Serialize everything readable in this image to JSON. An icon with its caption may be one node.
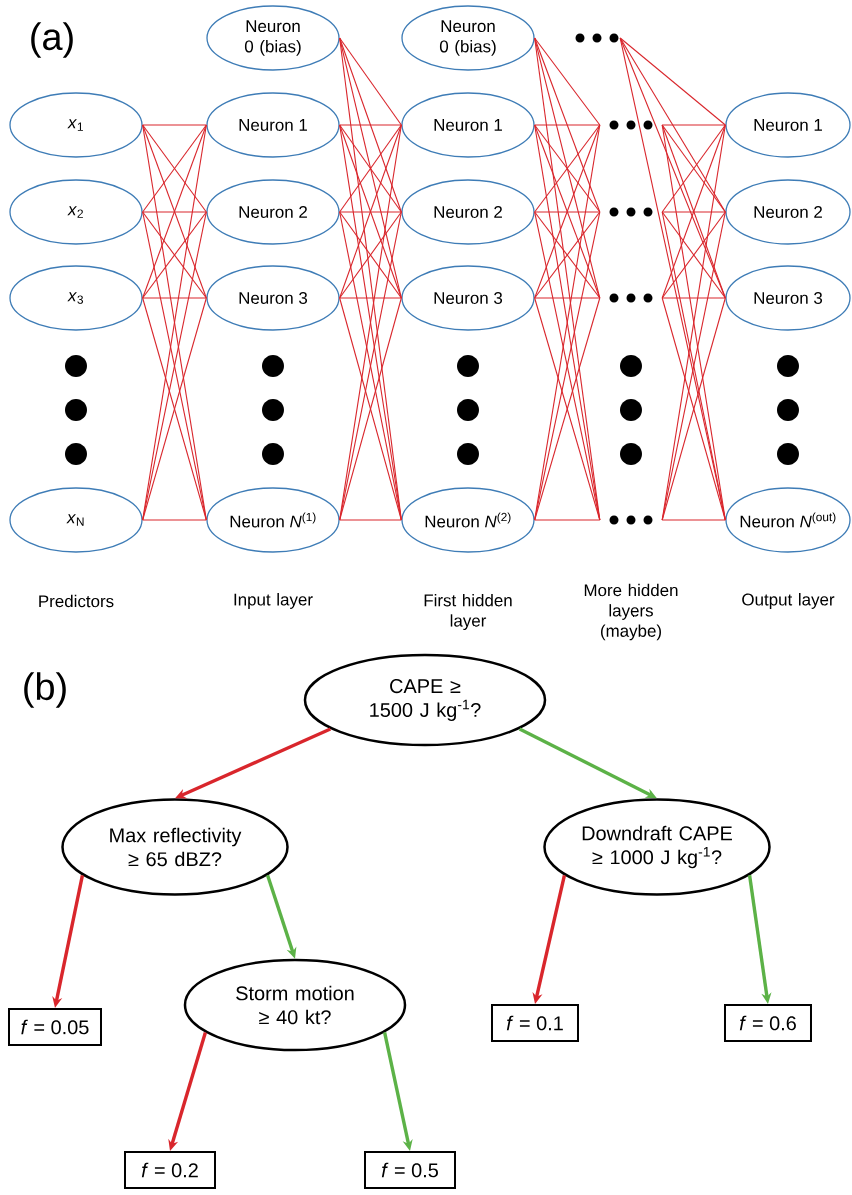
{
  "diagram": {
    "nodes": [
      {
        "text": [
          "*x*$_{1}$"
        ]
      },
      {
        "text": [
          "*x*$_{2}$"
        ]
      },
      {
        "text": [
          "*x*$_{3}$"
        ]
      },
      {
        "text": [
          "*x*$_{N}$"
        ]
      },
      {
        "text": [
          "Neuron 0 (bias)"
        ]
      },
      {
        "text": [
          "Neuron 1"
        ]
      },
      {
        "text": [
          "Neuron 2"
        ]
      },
      {
        "text": [
          "Neuron 3"
        ]
      },
      {
        "text": [
          "Neuron *N*$^{(1)}$"
        ]
      },
      {
        "text": [
          "Neuron 0 (bias)"
        ]
      },
      {
        "text": [
          "Neuron 1"
        ]
      },
      {
        "text": [
          "Neuron 2"
        ]
      },
      {
        "text": [
          "Neuron 3"
        ]
      },
      {
        "text": [
          "Neuron *N*$^{(2)}$"
        ]
      },
      {
        "text": [],
        "shape": "dots"
      },
      {
        "text": [],
        "shape": "dots"
      },
      {
        "text": [],
        "shape": "dots"
      },
      {
        "text": [],
        "shape": "dots"
      },
      {
        "text": [],
        "shape": "dots"
      },
      {
        "text": [
          "Neuron 1"
        ]
      },
      {
        "text": [
          "Neuron 2"
        ]
      },
      {
        "text": [
          "Neuron 3"
        ]
      },
      {
        "text": [
          "Neuron *N*$^{(out)}$"
        ]
      },
      {
        "text": [
          "CAPE ≥ 1500 J kg$^{-1}$?"
        ]
      },
      {
        "text": [
          "Max reflectivity ≥ 65 dBZ?"
        ]
      },
      {
        "text": [
          "Downdraft CAPE ≥ 1000 J kg$^{-1}$?"
        ]
      },
      {
        "text": [
          "*f* = 0.05"
        ]
      },
      {
        "text": [
          "Storm motion ≥ 40 kt?"
        ]
      },
      {
        "text": [
          "*f* = 0.1"
        ]
      },
      {
        "text": [
          "*f* = 0.6"
        ]
      },
      {
        "text": [
          "*f* = 0.2"
        ]
      },
      {
        "text": [
          "*f* = 0.5"
        ]
      }
    ],
    "edges": [
      {
        "from": 0,
        "to": 5,
        "arrow": "none"
      },
      {
        "from": 0,
        "to": 6,
        "arrow": "none"
      },
      {
        "from": 0,
        "to": 7,
        "arrow": "none"
      },
      {
        "from": 0,
        "to": 8,
        "arrow": "none"
      },
      {
        "from": 1,
        "to": 5,
        "arrow": "none"
      },
      {
        "from": 1,
        "to": 6,
        "arrow": "none"
      },
      {
        "from": 1,
        "to": 7,
        "arrow": "none"
      },
      {
        "from": 1,
        "to": 8,
        "arrow": "none"
      },
      {
        "from": 2,
        "to": 5,
        "arrow": "none"
      },
      {
        "from": 2,
        "to": 6,
        "arrow": "none"
      },
      {
        "from": 2,
        "to": 7,
        "arrow": "none"
      },
      {
        "from": 2,
        "to": 8,
        "arrow": "none"
      },
      {
        "from": 3,
        "to": 5,
        "arrow": "none"
      },
      {
        "from": 3,
        "to": 6,
        "arrow": "none"
      },
      {
        "from": 3,
        "to": 7,
        "arrow": "none"
      },
      {
        "from": 3,
        "to": 8,
        "arrow": "none"
      },
      {
        "from": 4,
        "to": 10,
        "arrow": "none"
      },
      {
        "from": 4,
        "to": 11,
        "arrow": "none"
      },
      {
        "from": 4,
        "to": 12,
        "arrow": "none"
      },
      {
        "from": 4,
        "to": 13,
        "arrow": "none"
      },
      {
        "from": 5,
        "to": 10,
        "arrow": "none"
      },
      {
        "from": 5,
        "to": 11,
        "arrow": "none"
      },
      {
        "from": 5,
        "to": 12,
        "arrow": "none"
      },
      {
        "from": 5,
        "to": 13,
        "arrow": "none"
      },
      {
        "from": 6,
        "to": 10,
        "arrow": "none"
      },
      {
        "from": 6,
        "to": 11,
        "arrow": "none"
      },
      {
        "from": 6,
        "to": 12,
        "arrow": "none"
      },
      {
        "from": 6,
        "to": 13,
        "arrow": "none"
      },
      {
        "from": 7,
        "to": 10,
        "arrow": "none"
      },
      {
        "from": 7,
        "to": 11,
        "arrow": "none"
      },
      {
        "from": 7,
        "to": 12,
        "arrow": "none"
      },
      {
        "from": 7,
        "to": 13,
        "arrow": "none"
      },
      {
        "from": 8,
        "to": 10,
        "arrow": "none"
      },
      {
        "from": 8,
        "to": 11,
        "arrow": "none"
      },
      {
        "from": 8,
        "to": 12,
        "arrow": "none"
      },
      {
        "from": 8,
        "to": 13,
        "arrow": "none"
      },
      {
        "from": 9,
        "to": 15,
        "arrow": "none"
      },
      {
        "from": 9,
        "to": 16,
        "arrow": "none"
      },
      {
        "from": 9,
        "to": 17,
        "arrow": "none"
      },
      {
        "from": 9,
        "to": 18,
        "arrow": "none"
      },
      {
        "from": 10,
        "to": 15,
        "arrow": "none"
      },
      {
        "from": 10,
        "to": 16,
        "arrow": "none"
      },
      {
        "from": 10,
        "to": 17,
        "arrow": "none"
      },
      {
        "from": 10,
        "to": 18,
        "arrow": "none"
      },
      {
        "from": 11,
        "to": 15,
        "arrow": "none"
      },
      {
        "from": 11,
        "to": 16,
        "arrow": "none"
      },
      {
        "from": 11,
        "to": 17,
        "arrow": "none"
      },
      {
        "from": 11,
        "to": 18,
        "arrow": "none"
      },
      {
        "from": 12,
        "to": 15,
        "arrow": "none"
      },
      {
        "from": 12,
        "to": 16,
        "arrow": "none"
      },
      {
        "from": 12,
        "to": 17,
        "arrow": "none"
      },
      {
        "from": 12,
        "to": 18,
        "arrow": "none"
      },
      {
        "from": 13,
        "to": 15,
        "arrow": "none"
      },
      {
        "from": 13,
        "to": 16,
        "arrow": "none"
      },
      {
        "from": 13,
        "to": 17,
        "arrow": "none"
      },
      {
        "from": 13,
        "to": 18,
        "arrow": "none"
      },
      {
        "from": 14,
        "to": 19,
        "arrow": "none"
      },
      {
        "from": 14,
        "to": 20,
        "arrow": "none"
      },
      {
        "from": 14,
        "to": 21,
        "arrow": "none"
      },
      {
        "from": 14,
        "to": 22,
        "arrow": "none"
      },
      {
        "from": 15,
        "to": 19,
        "arrow": "none"
      },
      {
        "from": 15,
        "to": 20,
        "arrow": "none"
      },
      {
        "from": 15,
        "to": 21,
        "arrow": "none"
      },
      {
        "from": 15,
        "to": 22,
        "arrow": "none"
      },
      {
        "from": 16,
        "to": 19,
        "arrow": "none"
      },
      {
        "from": 16,
        "to": 20,
        "arrow": "none"
      },
      {
        "from": 16,
        "to": 21,
        "arrow": "none"
      },
      {
        "from": 16,
        "to": 22,
        "arrow": "none"
      },
      {
        "from": 17,
        "to": 19,
        "arrow": "none"
      },
      {
        "from": 17,
        "to": 20,
        "arrow": "none"
      },
      {
        "from": 17,
        "to": 21,
        "arrow": "none"
      },
      {
        "from": 17,
        "to": 22,
        "arrow": "none"
      },
      {
        "from": 18,
        "to": 19,
        "arrow": "none"
      },
      {
        "from": 18,
        "to": 20,
        "arrow": "none"
      },
      {
        "from": 18,
        "to": 21,
        "arrow": "none"
      },
      {
        "from": 18,
        "to": 22,
        "arrow": "none"
      },
      {
        "from": 23,
        "to": 24,
        "arrow": "to",
        "style": "thick"
      },
      {
        "from": 23,
        "to": 25,
        "arrow": "to",
        "style": "thick",
        "color": "#5cb247"
      },
      {
        "from": 24,
        "to": 26,
        "arrow": "to",
        "style": "thick"
      },
      {
        "from": 24,
        "to": 27,
        "arrow": "to",
        "style": "thick",
        "color": "#5cb247"
      },
      {
        "from": 25,
        "to": 28,
        "arrow": "to",
        "style": "thick"
      },
      {
        "from": 25,
        "to": 29,
        "arrow": "to",
        "style": "thick",
        "color": "#5cb247"
      },
      {
        "from": 27,
        "to": 30,
        "arrow": "to",
        "style": "thick"
      },
      {
        "from": 27,
        "to": 31,
        "arrow": "to",
        "style": "thick",
        "color": "#5cb247"
      }
    ],
    "labels": [
      "(a)",
      "Predictors",
      "Input layer",
      "First hidden layer",
      "More hidden layers (maybe)",
      "Output layer",
      "(b)"
    ]
  }
}
